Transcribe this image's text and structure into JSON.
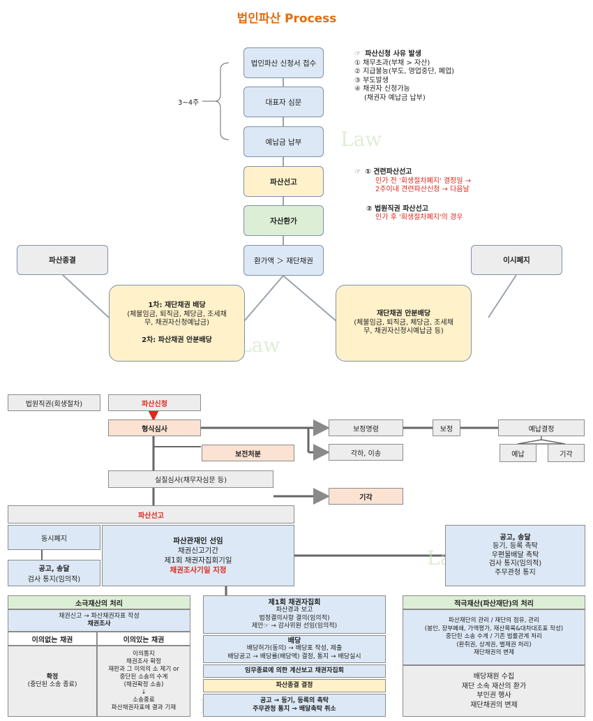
{
  "title": "법인파산 Process",
  "flow": {
    "step1": "법인파산 신청서 접수",
    "step2": "대표자 심문",
    "step3": "예납금 납부",
    "step4": "파산선고",
    "step5": "자산환가",
    "step6": "환가액 ＞ 재단채권",
    "brace_label": "3~4주",
    "left_end": "파산종결",
    "right_end": "이시폐지",
    "left_dist": {
      "line1": "1차: 재단채권 배당",
      "line2": "(체불임금, 퇴직금, 체당금, 조세채",
      "line3": "무, 채권자신청예납금)",
      "line4": "2차: 파산채권 안분배당"
    },
    "right_dist": {
      "line1": "재단채권 안분배당",
      "line2": "(체불임금, 퇴직금, 체당금, 조세채",
      "line3": "무, 채권자신청시예납금 등)"
    }
  },
  "notes": {
    "cause": {
      "marker": "☞",
      "heading": "파산신청 사유 발생",
      "items": [
        "① 채무초과(부채 > 자산)",
        "② 지급불능(부도, 영업중단, 폐업)",
        "③ 부도발생",
        "④ 채권자 신청가능",
        "(채권자 예납금 납부)"
      ]
    },
    "declare": {
      "marker": "☞",
      "h1": "① 견련파산선고",
      "r1": "인가 전 '회생절차폐지' 결정일 →",
      "r2": "2주이내 견련파산신청 → 다음날",
      "h2": "② 법원직권 파산선고",
      "r3": "인가 후 '회생절차폐지'의 경우"
    }
  },
  "proc": {
    "court": "법원직권(회생절차)",
    "apply": "파산신청",
    "formal": "형식심사",
    "correction": "보정명령",
    "correct": "보정",
    "prepay_decision": "예납결정",
    "prepay": "예납",
    "reject": "기각",
    "dismiss": "각하, 이송",
    "preserve": "보전처분",
    "substantive": "실질심사(채무자심문 등)",
    "reject2": "기각",
    "declare": "파산선고",
    "simultaneous": "동시폐지",
    "notice_left": {
      "l1": "공고, 송달",
      "l2": "검사 통지(임의적)"
    },
    "trustee": {
      "l1": "파산관재인 선임",
      "l2": "채권신고기간",
      "l3": "제1회 채권자집회기일",
      "l4": "채권조사기일 지정"
    },
    "notice_right": {
      "l1": "공고, 송달",
      "l2": "등기, 등록 촉탁",
      "l3": "우편물배달 촉탁",
      "l4": "검사 통지(임의적)",
      "l5": "주무관청 통지"
    }
  },
  "passive": {
    "header": "소극재산의 처리",
    "claim1": "채권신고 → 파산채권자표 작성",
    "claim2": "채권조사",
    "col_left": "이의없는 채권",
    "col_right": "이의있는 채권",
    "left_body": {
      "l1": "확정",
      "l2": "(중단된 소송 종료)"
    },
    "right_body": [
      "이의통지",
      "채권조사 확정",
      "재판과 그 이의의 소 제기 or",
      "중단된 소송의 수계",
      "(채권확정 소송)",
      "↓",
      "소송종료",
      "파산채권자표에 결과 기재"
    ]
  },
  "middle": {
    "meeting_title": "제1회 채권자집회",
    "meeting_lines": [
      "파산경과 보고",
      "법정결의사항 결의(임의적)",
      "제안☞ → 감사위원 선임(임의적)"
    ],
    "dividend_title": "배당",
    "dividend_lines": [
      "배당허가(동의) → 배당표 작성, 제출",
      "배당공고 → 배당률(배당액) 결정, 통지 → 배당실시"
    ],
    "final_meeting": "임무종료에 의한 계산보고 채권자집회",
    "close_decision": "파산종결 결정",
    "last1": "공고 → 등기, 등록의 촉탁",
    "last2": "주무관청 통지 → 배달촉탁 취소"
  },
  "active": {
    "header": "적극재산(파산재단)의 처리",
    "upper": [
      "파산재단의 관리 / 재단의 점유, 관리",
      "(봉인, 장부폐쇄, 가액평가, 재산목록&대차대조표 작성)",
      "중단된 소송 수계 / 기존 법률관계 처리",
      "(환취권, 상계권, 별제권 처리)",
      "재단채권의 변제"
    ],
    "lower": [
      "배당재원 수집",
      "재단 소속 재산의 환가",
      "부인권 행사",
      "재단채권의 변제"
    ]
  },
  "watermark": "Law",
  "colors": {
    "title": "#e36c0a",
    "red": "#e0261b",
    "blue": "#dce8f5",
    "yellow": "#fff1c9",
    "green": "#dcefd6"
  }
}
